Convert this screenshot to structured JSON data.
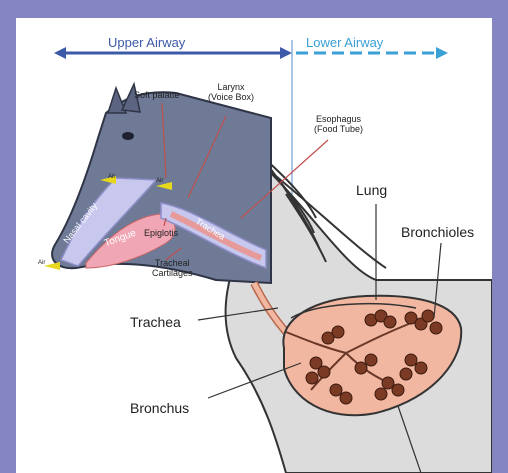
{
  "airway": {
    "upper": "Upper Airway",
    "lower": "Lower Airway"
  },
  "head_labels": {
    "soft_palatte": "Soft palatte",
    "larynx_line1": "Larynx",
    "larynx_line2": "(Voice Box)",
    "esophagus_line1": "Esophagus",
    "esophagus_line2": "(Food Tube)",
    "nasal_cavity": "Nasal cavity",
    "tongue": "Tongue",
    "trachea_inside": "Trachea",
    "epiglotis": "Epiglotis",
    "tracheal_line1": "Tracheal",
    "tracheal_line2": "Cartilages",
    "air_1": "Air",
    "air_2": "Air",
    "air_3": "Air"
  },
  "body_labels": {
    "lung": "Lung",
    "bronchioles": "Bronchioles",
    "trachea": "Trachea",
    "bronchus": "Bronchus"
  },
  "colors": {
    "frame": "#8585c4",
    "upper_arrow": "#3d5aa8",
    "lower_arrow": "#3aa0d6",
    "lung_fill": "#f2b7a0",
    "leader_line": "#c0504d"
  }
}
